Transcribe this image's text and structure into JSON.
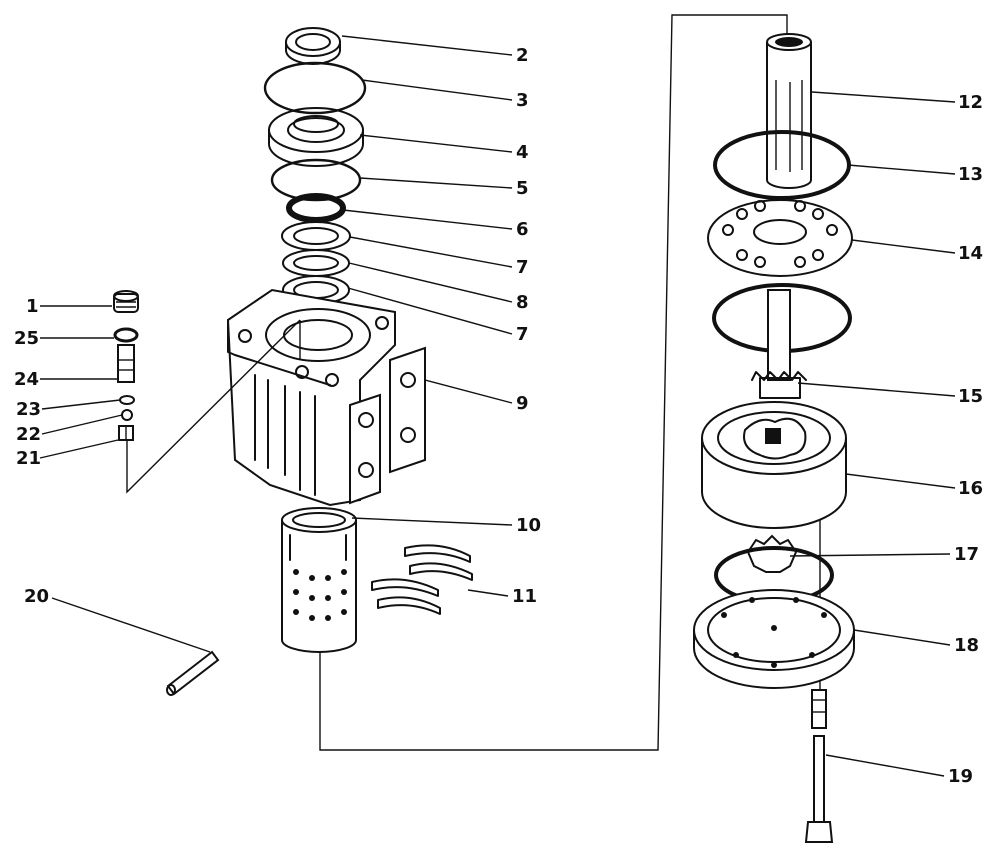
{
  "labels": {
    "l1": "1",
    "l2": "2",
    "l3": "3",
    "l4": "4",
    "l5": "5",
    "l6": "6",
    "l7a": "7",
    "l8": "8",
    "l7b": "7",
    "l9": "9",
    "l10": "10",
    "l11": "11",
    "l12": "12",
    "l13": "13",
    "l14": "14",
    "l15": "15",
    "l16": "16",
    "l17": "17",
    "l18": "18",
    "l19": "19",
    "l20": "20",
    "l21": "21",
    "l22": "22",
    "l23": "23",
    "l24": "24",
    "l25": "25"
  }
}
